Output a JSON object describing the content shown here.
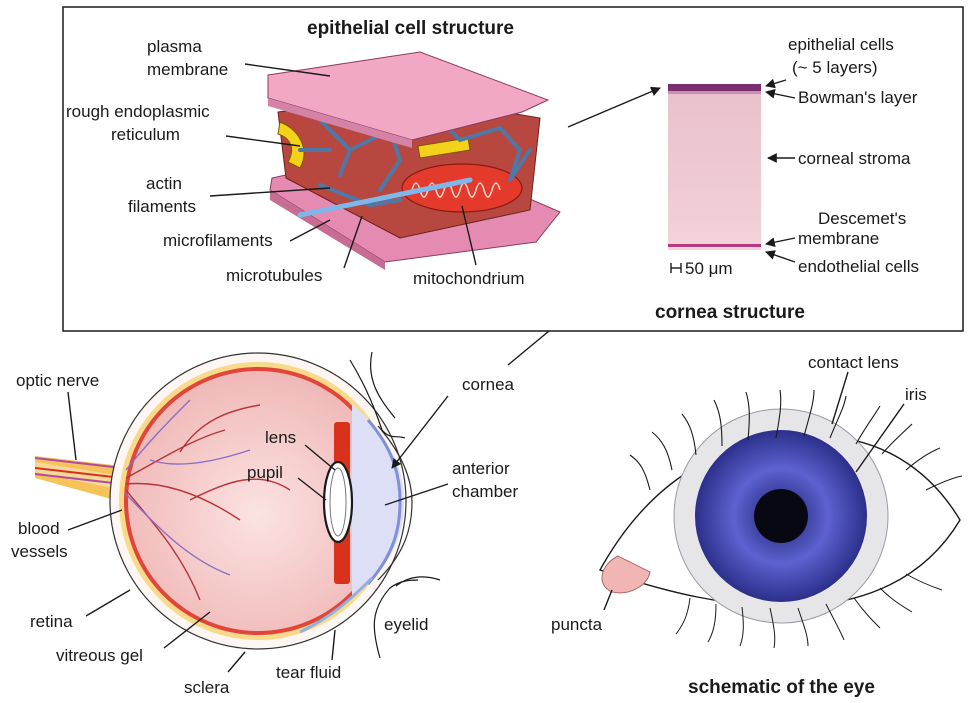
{
  "titles": {
    "cell": "epithelial cell structure",
    "cornea": "cornea structure",
    "eye": "schematic of the eye"
  },
  "cell_labels": {
    "plasma1": "plasma",
    "plasma2": "membrane",
    "rer1": "rough endoplasmic",
    "rer2": "reticulum",
    "actin1": "actin",
    "actin2": "filaments",
    "microfil": "microfilaments",
    "microtub": "microtubules",
    "mito": "mitochondrium"
  },
  "cornea_labels": {
    "epi1": "epithelial cells",
    "epi2": "(~ 5 layers)",
    "bowman": "Bowman's layer",
    "stroma": "corneal stroma",
    "desc1": "Descemet's",
    "desc2": "membrane",
    "endo": "endothelial cells",
    "scale": "50 μm"
  },
  "eye_labels": {
    "optic": "optic nerve",
    "cornea": "cornea",
    "lens": "lens",
    "pupil": "pupil",
    "ant1": "anterior",
    "ant2": "chamber",
    "blood1": "blood",
    "blood2": "vessels",
    "retina": "retina",
    "eyelid": "eyelid",
    "vitreous": "vitreous gel",
    "tear": "tear fluid",
    "sclera": "sclera"
  },
  "schematic_labels": {
    "contact": "contact lens",
    "iris": "iris",
    "puncta": "puncta"
  },
  "colors": {
    "membrane": "#ef9fbd",
    "stroma": "#efc6cf",
    "iris": "#4a4fb8",
    "sclera_red": "#d8321c",
    "eyeball": "#f4c8c6"
  }
}
